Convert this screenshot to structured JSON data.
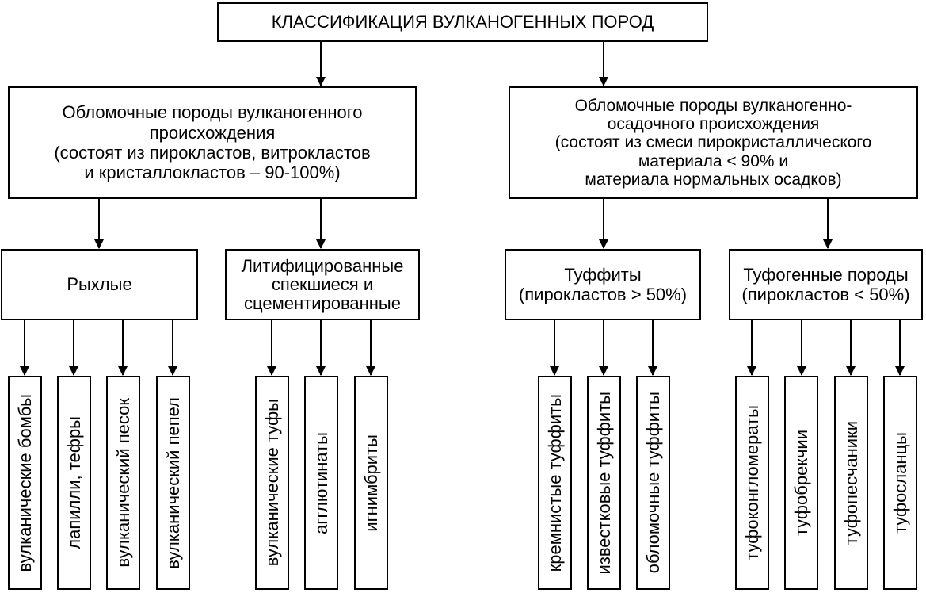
{
  "title": "КЛАССИФИКАЦИЯ ВУЛКАНОГЕННЫХ ПОРОД",
  "branches": {
    "volcanic": "Обломочные породы вулканогенного\nпроисхождения\n(состоят из пирокластов, витрокластов\nи кристаллокластов – 90-100%)",
    "sedimentary": "Обломочные породы вулканогенно-\nосадочного происхождения\n(состоят из смеси пирокристаллического\nматериала  < 90% и\nматериала нормальных осадков)"
  },
  "groups": {
    "loose": "Рыхлые",
    "lithified": "Литифицированные\nспекшиеся и\nсцементированные",
    "tuffites": "Туффиты\n(пирокластов > 50%)",
    "tuffogenic": "Туфогенные породы\n(пирокластов < 50%)"
  },
  "leaves": {
    "loose": [
      "вулканические бомбы",
      "лапилли, тефры",
      "вулканический песок",
      "вулканический пепел"
    ],
    "lithified": [
      "вулканические туфы",
      "агглютинаты",
      "игнимбриты"
    ],
    "tuffites": [
      "кремнистые туффиты",
      "известковые туффиты",
      "обломочные туффиты"
    ],
    "tuffogenic": [
      "туфоконгломераты",
      "туфобрекчии",
      "туфопесчаники",
      "туфосланцы"
    ]
  }
}
